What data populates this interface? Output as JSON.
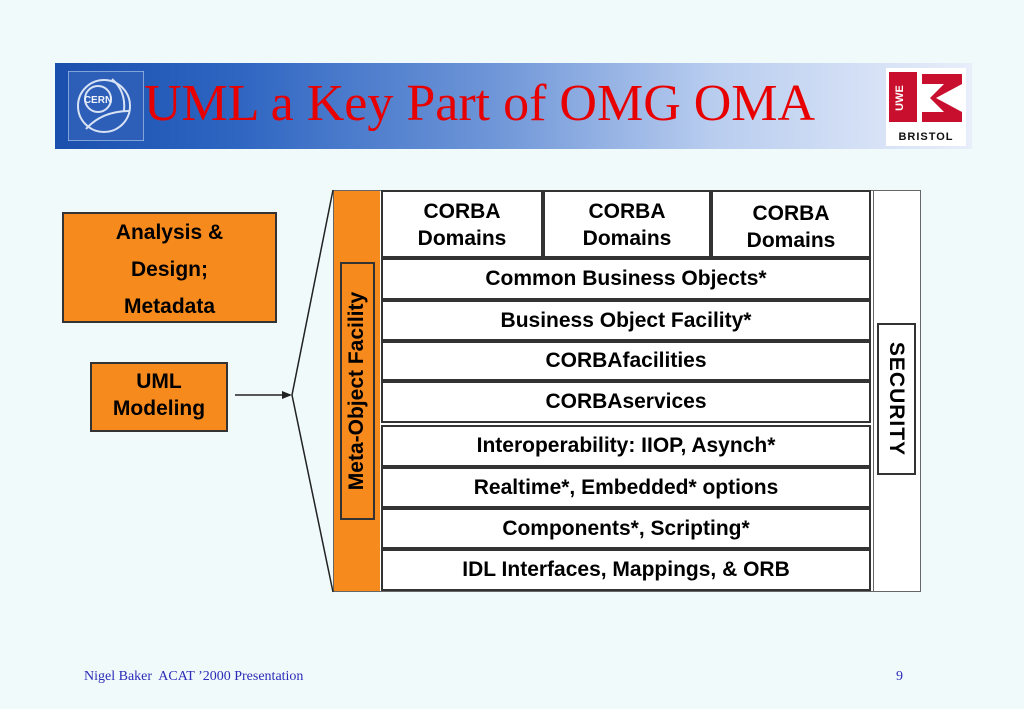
{
  "slide": {
    "title": "UML a Key Part of OMG OMA",
    "left_logo": "CERN",
    "right_logo_top": "UWE",
    "right_logo_bottom": "BRISTOL"
  },
  "left_boxes": {
    "analysis_lines": [
      "Analysis &",
      "Design;",
      "Metadata"
    ],
    "uml_lines": [
      "UML",
      "Modeling"
    ]
  },
  "diagram": {
    "meta_object_facility": "Meta-Object Facility",
    "security": "SECURITY",
    "domains": [
      {
        "line1": "CORBA",
        "line2": "Domains"
      },
      {
        "line1": "CORBA",
        "line2": "Domains"
      },
      {
        "line1": "CORBA",
        "line2": "Domains"
      }
    ],
    "layers": [
      "Common Business Objects*",
      "Business Object Facility*",
      "CORBAfacilities",
      "CORBAservices",
      "Interoperability: IIOP, Asynch*",
      "Realtime*, Embedded* options",
      "Components*, Scripting*",
      "IDL Interfaces, Mappings, & ORB"
    ]
  },
  "footer": {
    "author": "Nigel Baker  ACAT ’2000 Presentation",
    "page_number": "9"
  },
  "colors": {
    "title": "#e80000",
    "orange": "#f78a1d",
    "background": "#f0fafa",
    "footer_text": "#2b2bb8"
  }
}
